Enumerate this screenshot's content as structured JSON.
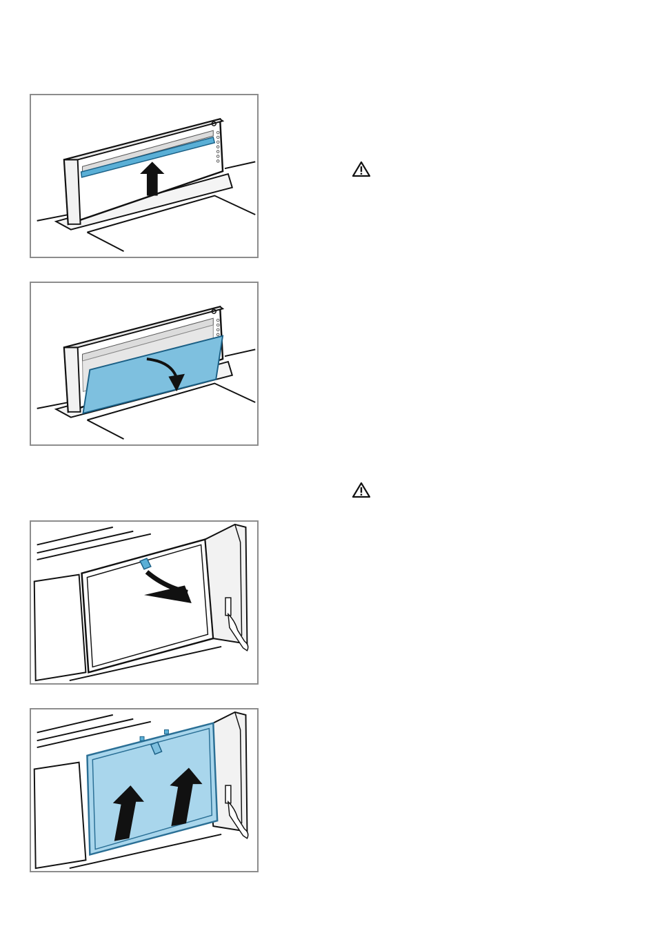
{
  "colors": {
    "accent_blue": "#5aafd6",
    "light_blue": "#a9d6ec",
    "frame_gray": "#8c8c8c",
    "ink": "#111111"
  },
  "figures": [
    {
      "id": "fig1",
      "depicts": "hood-trim-raised-arrow-up"
    },
    {
      "id": "fig2",
      "depicts": "front-panel-folded-down-arrow"
    },
    {
      "id": "fig3",
      "depicts": "filter-latch-pull-arrow"
    },
    {
      "id": "fig4",
      "depicts": "filter-lift-out-arrows-up"
    }
  ],
  "icons": {
    "warning_1": "warning-icon",
    "warning_2": "warning-icon"
  }
}
